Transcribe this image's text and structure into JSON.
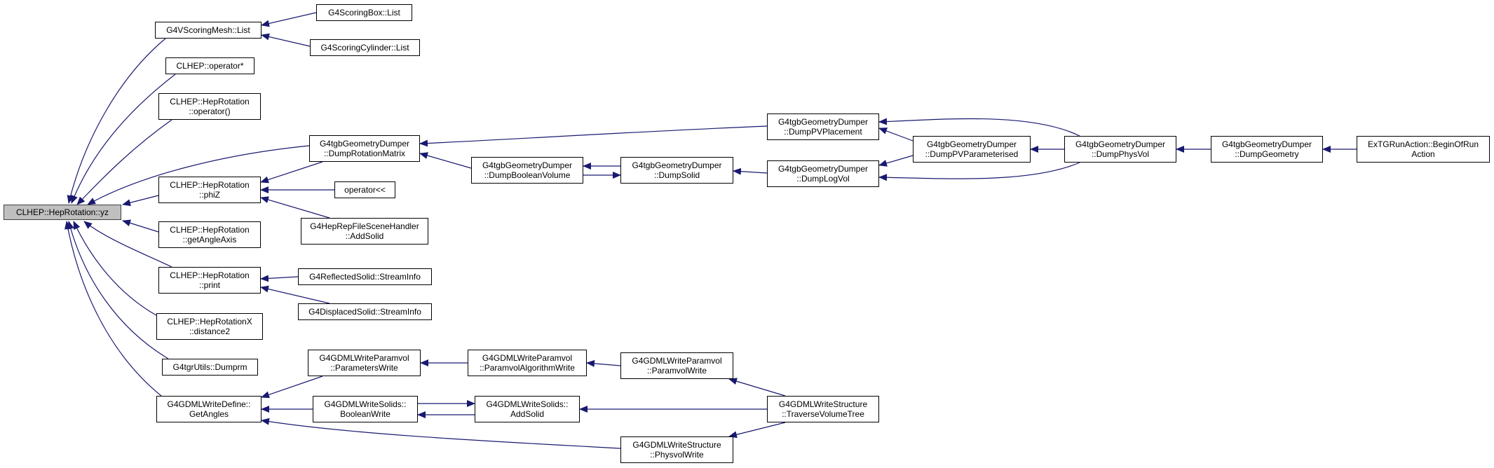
{
  "colors": {
    "edge": "#191970",
    "root_fill": "#bfbfbf",
    "node_fill": "#ffffff",
    "border": "#000000"
  },
  "nodes": {
    "root": {
      "label": "CLHEP::HepRotation::yz"
    },
    "vscoring": {
      "label": "G4VScoringMesh::List"
    },
    "scoringbox": {
      "label": "G4ScoringBox::List"
    },
    "scoringcyl": {
      "label": "G4ScoringCylinder::List"
    },
    "opstar": {
      "label": "CLHEP::operator*"
    },
    "rotop": {
      "label": "CLHEP::HepRotation\n::operator()"
    },
    "dumprotmat": {
      "label": "G4tgbGeometryDumper\n::DumpRotationMatrix"
    },
    "phiz": {
      "label": "CLHEP::HepRotation\n::phiZ"
    },
    "oplt": {
      "label": "operator<<"
    },
    "heprep": {
      "label": "G4HepRepFileSceneHandler\n::AddSolid"
    },
    "getangleaxis": {
      "label": "CLHEP::HepRotation\n::getAngleAxis"
    },
    "print": {
      "label": "CLHEP::HepRotation\n::print"
    },
    "reflected": {
      "label": "G4ReflectedSolid::StreamInfo"
    },
    "displaced": {
      "label": "G4DisplacedSolid::StreamInfo"
    },
    "distance2": {
      "label": "CLHEP::HepRotationX\n::distance2"
    },
    "dumprm": {
      "label": "G4tgrUtils::Dumprm"
    },
    "getangles": {
      "label": "G4GDMLWriteDefine::\nGetAngles"
    },
    "paramswrite": {
      "label": "G4GDMLWriteParamvol\n::ParametersWrite"
    },
    "boolwrite": {
      "label": "G4GDMLWriteSolids::\nBooleanWrite"
    },
    "paramalgo": {
      "label": "G4GDMLWriteParamvol\n::ParamvolAlgorithmWrite"
    },
    "addsolid": {
      "label": "G4GDMLWriteSolids::\nAddSolid"
    },
    "paramvolwrite": {
      "label": "G4GDMLWriteParamvol\n::ParamvolWrite"
    },
    "traverse": {
      "label": "G4GDMLWriteStructure\n::TraverseVolumeTree"
    },
    "physvolwrite": {
      "label": "G4GDMLWriteStructure\n::PhysvolWrite"
    },
    "dumpbool": {
      "label": "G4tgbGeometryDumper\n::DumpBooleanVolume"
    },
    "dumpsolid": {
      "label": "G4tgbGeometryDumper\n::DumpSolid"
    },
    "dumppvplace": {
      "label": "G4tgbGeometryDumper\n::DumpPVPlacement"
    },
    "dumplogvol": {
      "label": "G4tgbGeometryDumper\n::DumpLogVol"
    },
    "dumppvparam": {
      "label": "G4tgbGeometryDumper\n::DumpPVParameterised"
    },
    "dumpphysvol": {
      "label": "G4tgbGeometryDumper\n::DumpPhysVol"
    },
    "dumpgeom": {
      "label": "G4tgbGeometryDumper\n::DumpGeometry"
    },
    "extg": {
      "label": "ExTGRunAction::BeginOfRun\nAction"
    }
  }
}
